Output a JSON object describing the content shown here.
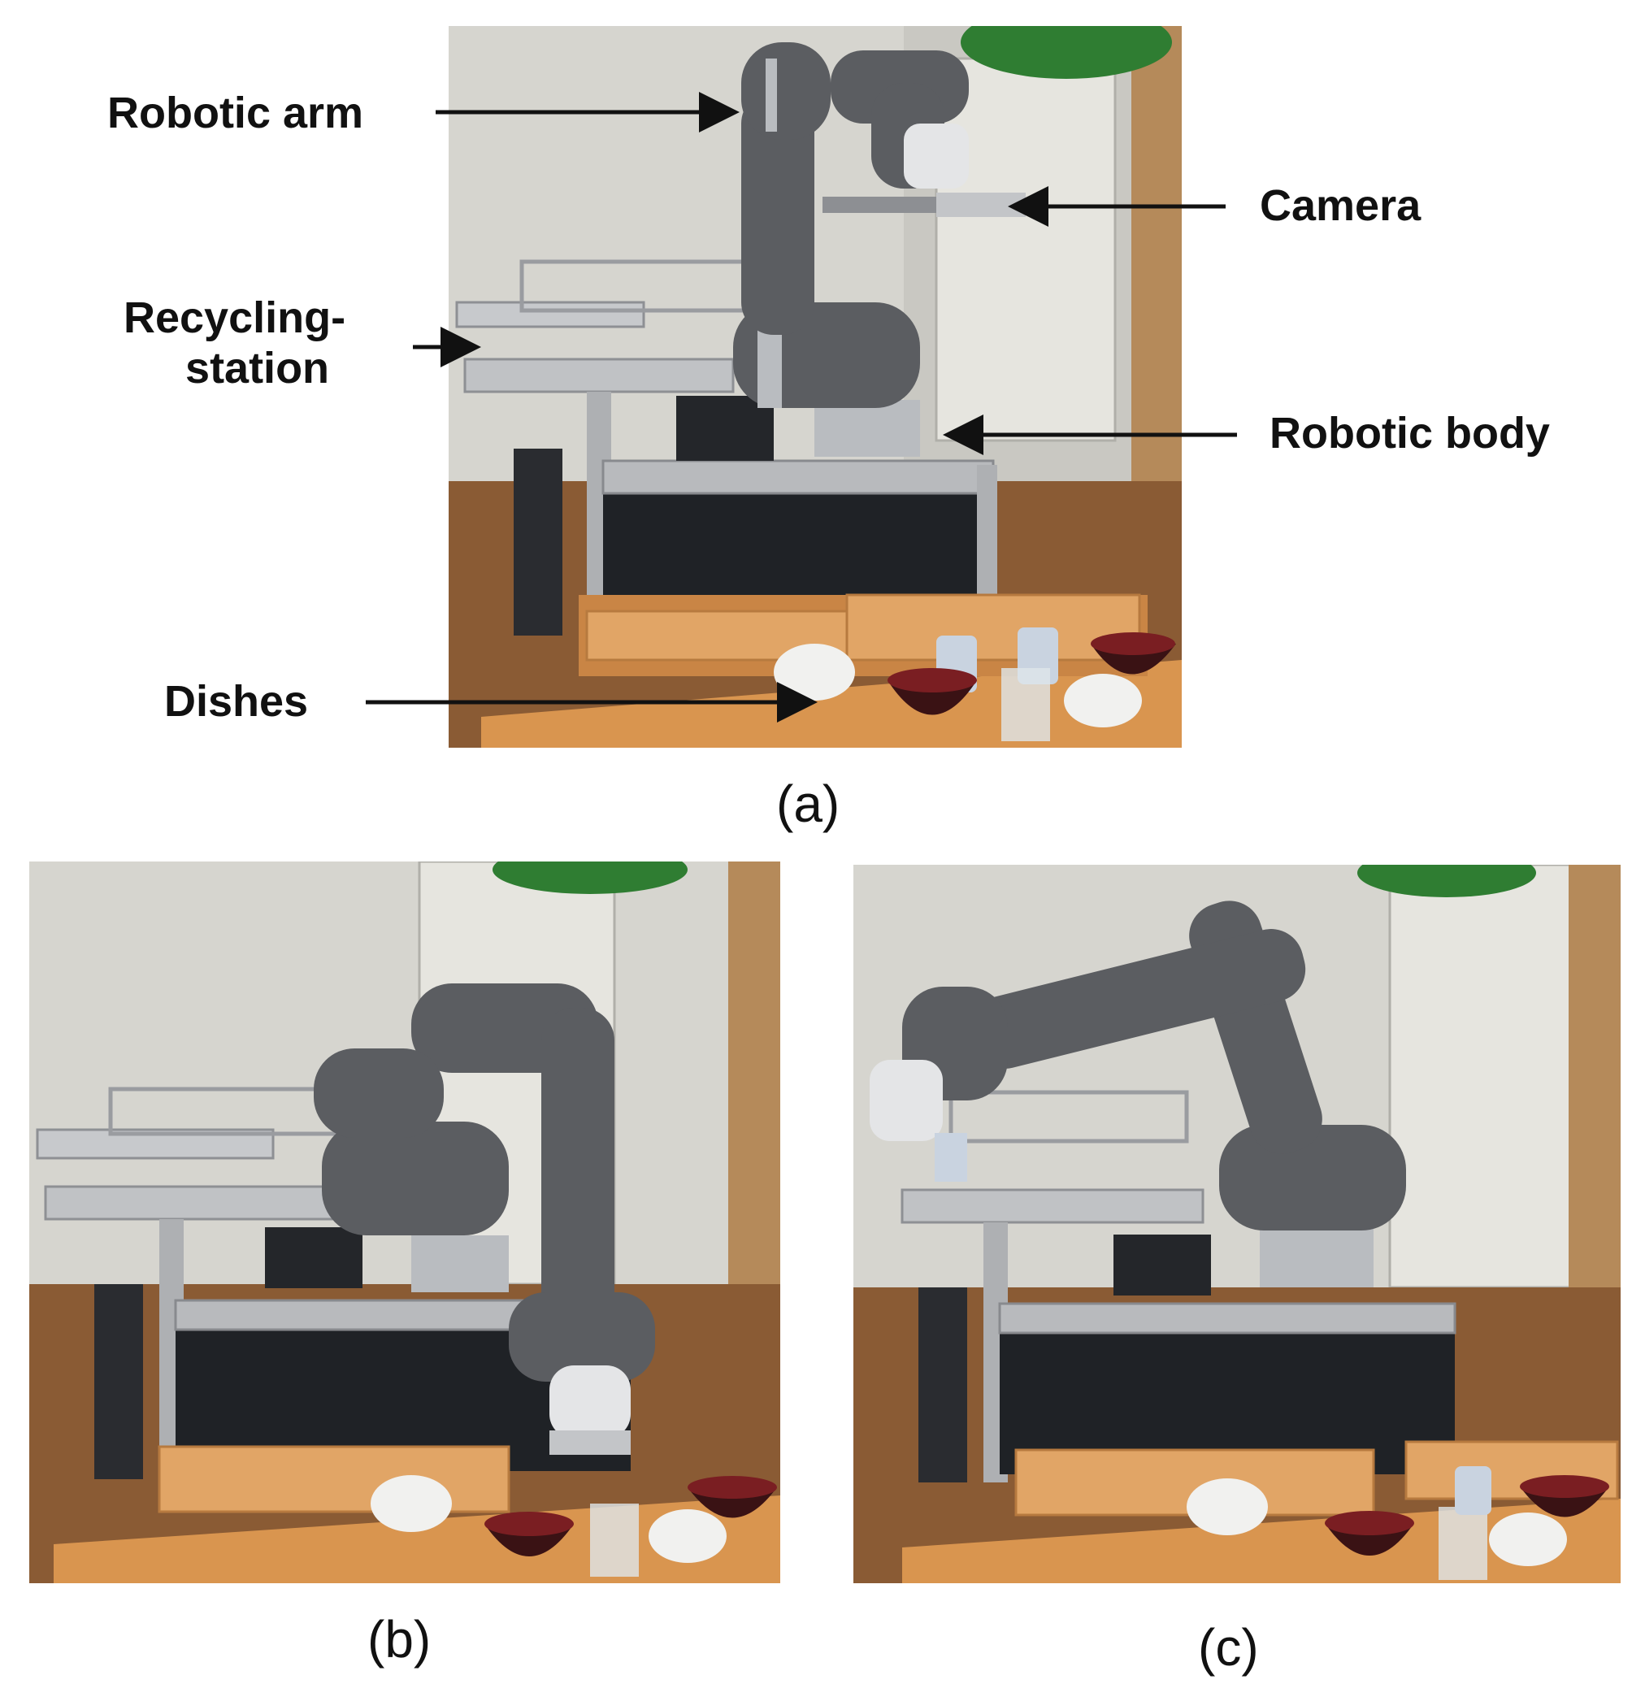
{
  "figure": {
    "panel_a": {
      "caption": "(a)",
      "labels": {
        "robotic_arm": "Robotic arm",
        "camera": "Camera",
        "recycling_line1": "Recycling-",
        "recycling_line2": "station",
        "robotic_body": "Robotic body",
        "dishes": "Dishes"
      }
    },
    "panel_b": {
      "caption": "(b)"
    },
    "panel_c": {
      "caption": "(c)"
    }
  },
  "colors": {
    "robot_gray": "#5b5d61",
    "robot_silver": "#b9bcc0",
    "table_wood": "#d9954f",
    "bowl_red": "#7a1e22",
    "wall": "#d7d6d0",
    "label_text": "#111111"
  }
}
